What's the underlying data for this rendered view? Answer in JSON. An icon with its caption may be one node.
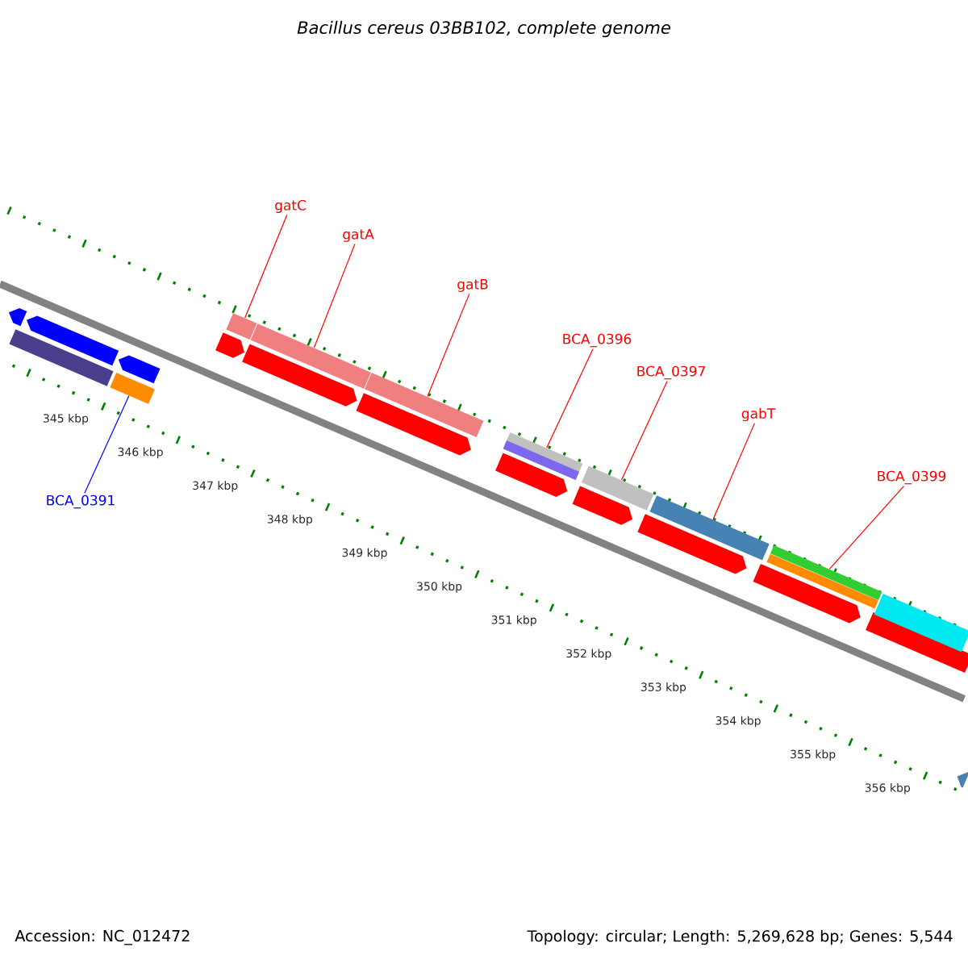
{
  "diagram": {
    "title": "Bacillus cereus 03BB102, complete genome",
    "nodes": [
      {
        "text": [
          "gatC"
        ]
      },
      {
        "text": [
          "gatA"
        ]
      },
      {
        "text": [
          "gatB"
        ]
      },
      {
        "text": [
          "BCA_0396"
        ]
      },
      {
        "text": [
          "BCA_0397"
        ]
      },
      {
        "text": [
          "gabT"
        ]
      },
      {
        "text": [
          "BCA_0399"
        ]
      },
      {
        "text": [
          "BCA_0391"
        ]
      },
      {
        "text": [],
        "shape": "bar"
      },
      {
        "text": [],
        "shape": "bar"
      },
      {
        "text": [],
        "shape": "bar"
      },
      {
        "text": [],
        "shape": "bar"
      },
      {
        "text": [],
        "shape": "bar"
      },
      {
        "text": [],
        "shape": "bar"
      },
      {
        "text": [],
        "shape": "bar"
      },
      {
        "text": [],
        "shape": "bar"
      }
    ],
    "edges": [
      {
        "from": 0,
        "to": 9,
        "arrow": "none"
      },
      {
        "from": 1,
        "to": 10,
        "arrow": "none"
      },
      {
        "from": 2,
        "to": 11,
        "arrow": "none"
      },
      {
        "from": 3,
        "to": 12,
        "arrow": "none"
      },
      {
        "from": 4,
        "to": 13,
        "arrow": "none"
      },
      {
        "from": 5,
        "to": 14,
        "arrow": "none"
      },
      {
        "from": 6,
        "to": 15,
        "arrow": "none"
      },
      {
        "from": 7,
        "to": 8,
        "arrow": "none",
        "color": "#0000ff"
      }
    ],
    "labels": [
      "345 kbp",
      "346 kbp",
      "347 kbp",
      "348 kbp",
      "349 kbp",
      "350 kbp",
      "351 kbp",
      "352 kbp",
      "353 kbp",
      "354 kbp",
      "355 kbp",
      "356 kbp",
      "Accession: NC_012472",
      "Topology: circular; Length: 5,269,628 bp; Genes: 5,544"
    ]
  }
}
